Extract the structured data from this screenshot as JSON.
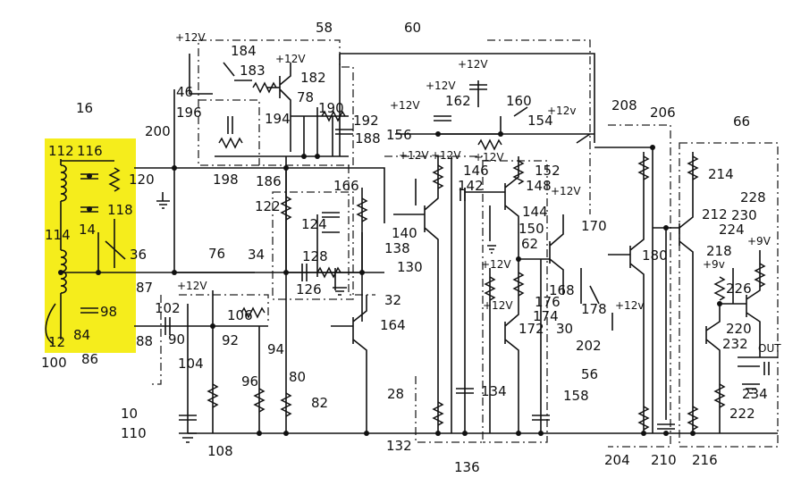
{
  "highlight_color": "#f5ed1c",
  "labels": {
    "l16": "16",
    "l112": "112",
    "l116": "116",
    "l120": "120",
    "l118": "118",
    "l14": "14",
    "l114": "114",
    "l36": "36",
    "l87": "87",
    "l98": "98",
    "l12": "12",
    "l84": "84",
    "l100": "100",
    "l86": "86",
    "l88": "88",
    "l10": "10",
    "l110": "110",
    "l108": "108",
    "l46": "46",
    "l196": "196",
    "l200": "200",
    "l198": "198",
    "l184": "184",
    "l183": "183",
    "l182": "182",
    "l78": "78",
    "l194": "194",
    "l190": "190",
    "l192": "192",
    "l188": "188",
    "l186": "186",
    "l58": "58",
    "l60": "60",
    "l76": "76",
    "l34": "34",
    "l122": "122",
    "l124": "124",
    "l128": "128",
    "l126": "126",
    "l166": "166",
    "l32": "32",
    "l102": "102",
    "l106": "106",
    "l90": "90",
    "l92": "92",
    "l94": "94",
    "l104": "104",
    "l96": "96",
    "l80": "80",
    "l82": "82",
    "l164": "164",
    "l156": "156",
    "l162": "162",
    "l160": "160",
    "l154": "154",
    "l152": "152",
    "l146": "146",
    "l148": "148",
    "l142": "142",
    "l144": "144",
    "l150": "150",
    "l140": "140",
    "l138": "138",
    "l130": "130",
    "l62": "62",
    "l170": "170",
    "l168": "168",
    "l176": "176",
    "l174": "174",
    "l172": "172",
    "l30": "30",
    "l28": "28",
    "l134": "134",
    "l132": "132",
    "l136": "136",
    "l158": "158",
    "l56": "56",
    "l178": "178",
    "l202": "202",
    "l180": "180",
    "l208": "208",
    "l206": "206",
    "l66": "66",
    "l214": "214",
    "l212": "212",
    "l228": "228",
    "l230": "230",
    "l224": "224",
    "l218": "218",
    "l226": "226",
    "l220": "220",
    "l232": "232",
    "l234": "234",
    "l222": "222",
    "l204": "204",
    "l210": "210",
    "l216": "216"
  },
  "supplies": {
    "p12": "+12V",
    "p12_lower": "+12v",
    "p9": "+9V",
    "p9_lower": "+9v",
    "out": "OUT"
  }
}
